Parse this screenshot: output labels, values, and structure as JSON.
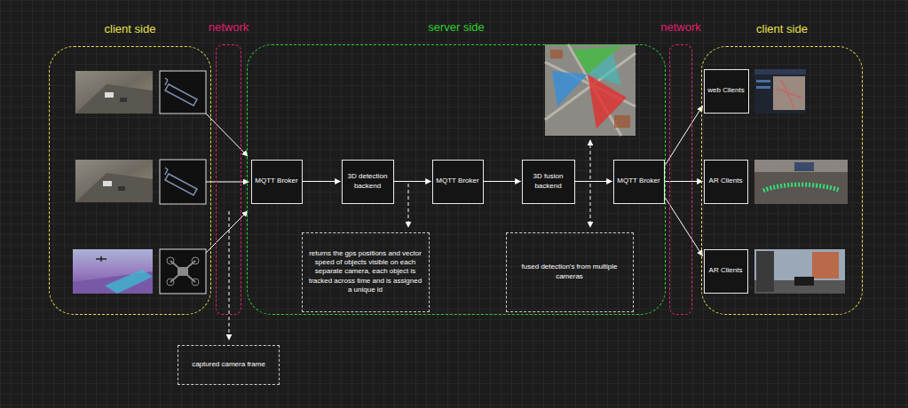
{
  "diagram": {
    "nodes": [
      {
        "text": [
          "client side"
        ]
      },
      {
        "text": [
          "network"
        ]
      },
      {
        "text": [
          "server side"
        ]
      },
      {
        "text": [
          "MQTT Broker"
        ],
        "in": 2
      },
      {
        "text": [
          "3D detection backend"
        ],
        "in": 2
      },
      {
        "text": [
          "MQTT Broker"
        ],
        "in": 2
      },
      {
        "text": [
          "3D fusion backend"
        ],
        "in": 2
      },
      {
        "text": [
          "MQTT Broker"
        ],
        "in": 2
      },
      {
        "text": [
          "returns the gps positions and vector speed of objects visible on each separate camera, each object is tracked across time and is assigned a unique id"
        ],
        "in": 2
      },
      {
        "text": [
          "fused detection's from multiple cameras"
        ],
        "in": 2
      },
      {
        "text": [
          "network"
        ]
      },
      {
        "text": [
          "client side"
        ]
      },
      {
        "text": [
          "web Clients"
        ],
        "in": 11
      },
      {
        "text": [
          "AR Clients"
        ],
        "in": 11
      },
      {
        "text": [
          "AR Clients"
        ],
        "in": 11
      },
      {
        "text": [
          "captured camera frame"
        ]
      }
    ],
    "edges": [
      {
        "from": 3,
        "to": 4,
        "arrow": "to"
      },
      {
        "from": 4,
        "to": 5,
        "arrow": "to"
      },
      {
        "from": 5,
        "to": 6,
        "arrow": "to"
      },
      {
        "from": 6,
        "to": 7,
        "arrow": "to"
      },
      {
        "from": 7,
        "to": 12,
        "arrow": "to"
      },
      {
        "from": 7,
        "to": 13,
        "arrow": "to"
      },
      {
        "from": 7,
        "to": 14,
        "arrow": "to"
      }
    ]
  }
}
